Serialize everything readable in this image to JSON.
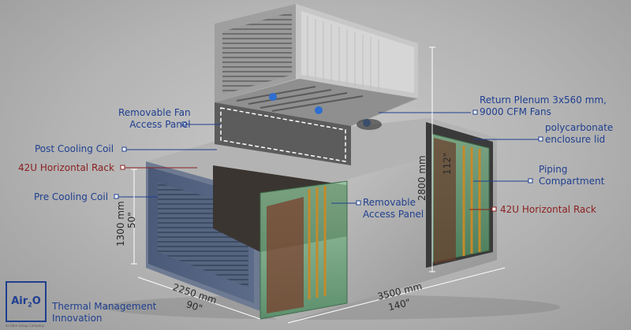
{
  "labels": {
    "removable_fan_access_panel_line1": "Removable Fan",
    "removable_fan_access_panel_line2": "Access Panel",
    "post_cooling_coil": "Post Cooling Coil",
    "rack_left": "42U Horizontal Rack",
    "pre_cooling_coil": "Pre Cooling Coil",
    "return_plenum_line1": "Return Plenum 3x560 mm,",
    "return_plenum_line2": "9000 CFM Fans",
    "polycarbonate_line1": "polycarbonate",
    "polycarbonate_line2": "enclosure lid",
    "piping_line1": "Piping",
    "piping_line2": "Compartment",
    "removable_access_panel_line1": "Removable",
    "removable_access_panel_line2": "Access Panel",
    "rack_right": "42U Horizontal Rack"
  },
  "dimensions": {
    "height_mm": "1300 mm",
    "height_in": "50\"",
    "depth_mm": "2250 mm",
    "depth_in": "90\"",
    "length_mm": "3500 mm",
    "length_in": "140\"",
    "total_height_mm": "2800 mm",
    "total_height_in": "112\""
  },
  "brand": {
    "logo_main": "Air",
    "logo_sub": "2",
    "logo_end": "O",
    "line1": "Thermal Management",
    "line2": "Innovation",
    "tagline": "an Ebm Group Company"
  },
  "colors": {
    "label_blue": "#1f3f8f",
    "label_red": "#8a1f1f",
    "panel_blue": "#4a5a78",
    "glass_green": "#6fa57a"
  }
}
